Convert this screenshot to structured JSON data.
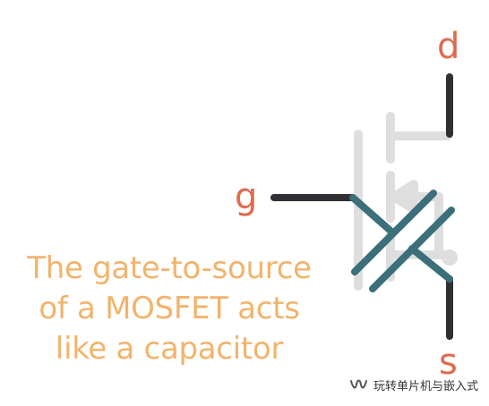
{
  "labels": {
    "drain": "d",
    "gate": "g",
    "source": "s"
  },
  "caption": {
    "line1": "The gate-to-source",
    "line2": "of a MOSFET acts",
    "line3": "like a capacitor"
  },
  "watermark": {
    "text": "玩转单片机与嵌入式",
    "icon": "wechat-channel-icon"
  },
  "colors": {
    "terminal_label": "#e06a4e",
    "caption": "#f2b36b",
    "lead_wire": "#2e3033",
    "capacitor": "#3b6f7a",
    "mosfet_ghost": "#dedede"
  }
}
